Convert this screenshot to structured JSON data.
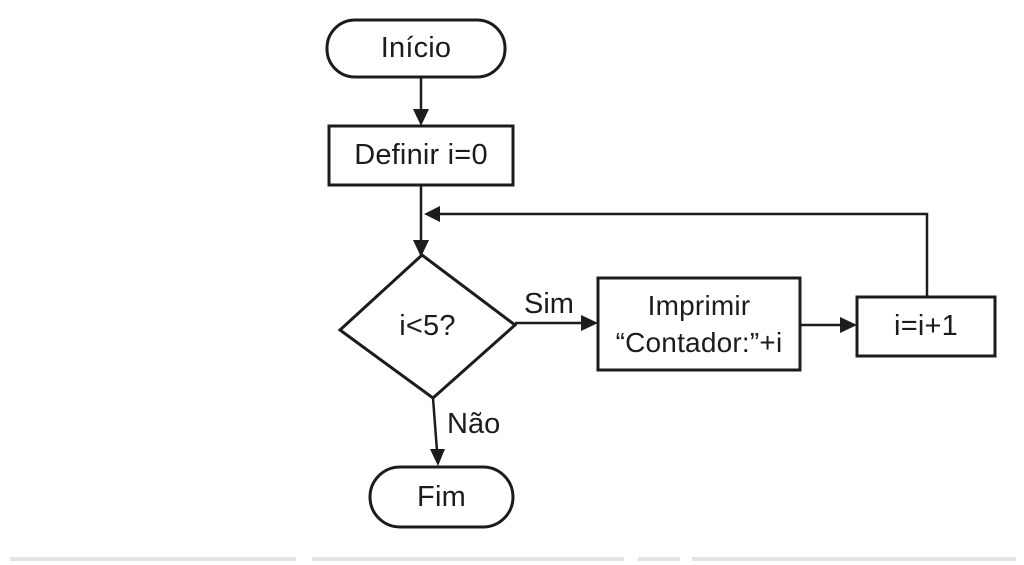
{
  "diagram": {
    "description": "Flowchart of a counter loop (Portuguese)",
    "nodes": {
      "start": {
        "type": "terminator",
        "label": "Início"
      },
      "init": {
        "type": "process",
        "label": "Definir i=0"
      },
      "decision": {
        "type": "decision",
        "label": "i<5?"
      },
      "print": {
        "type": "process",
        "lines": [
          "Imprimir",
          "“Contador:”+i"
        ]
      },
      "increment": {
        "type": "process",
        "label": "i=i+1"
      },
      "end": {
        "type": "terminator",
        "label": "Fim"
      }
    },
    "branches": {
      "yes": "Sim",
      "no": "Não"
    },
    "colors": {
      "stroke": "#1c1c1c",
      "fill": "#ffffff",
      "background": "#ffffff",
      "bottom_bar": "#e2e2e2"
    }
  }
}
